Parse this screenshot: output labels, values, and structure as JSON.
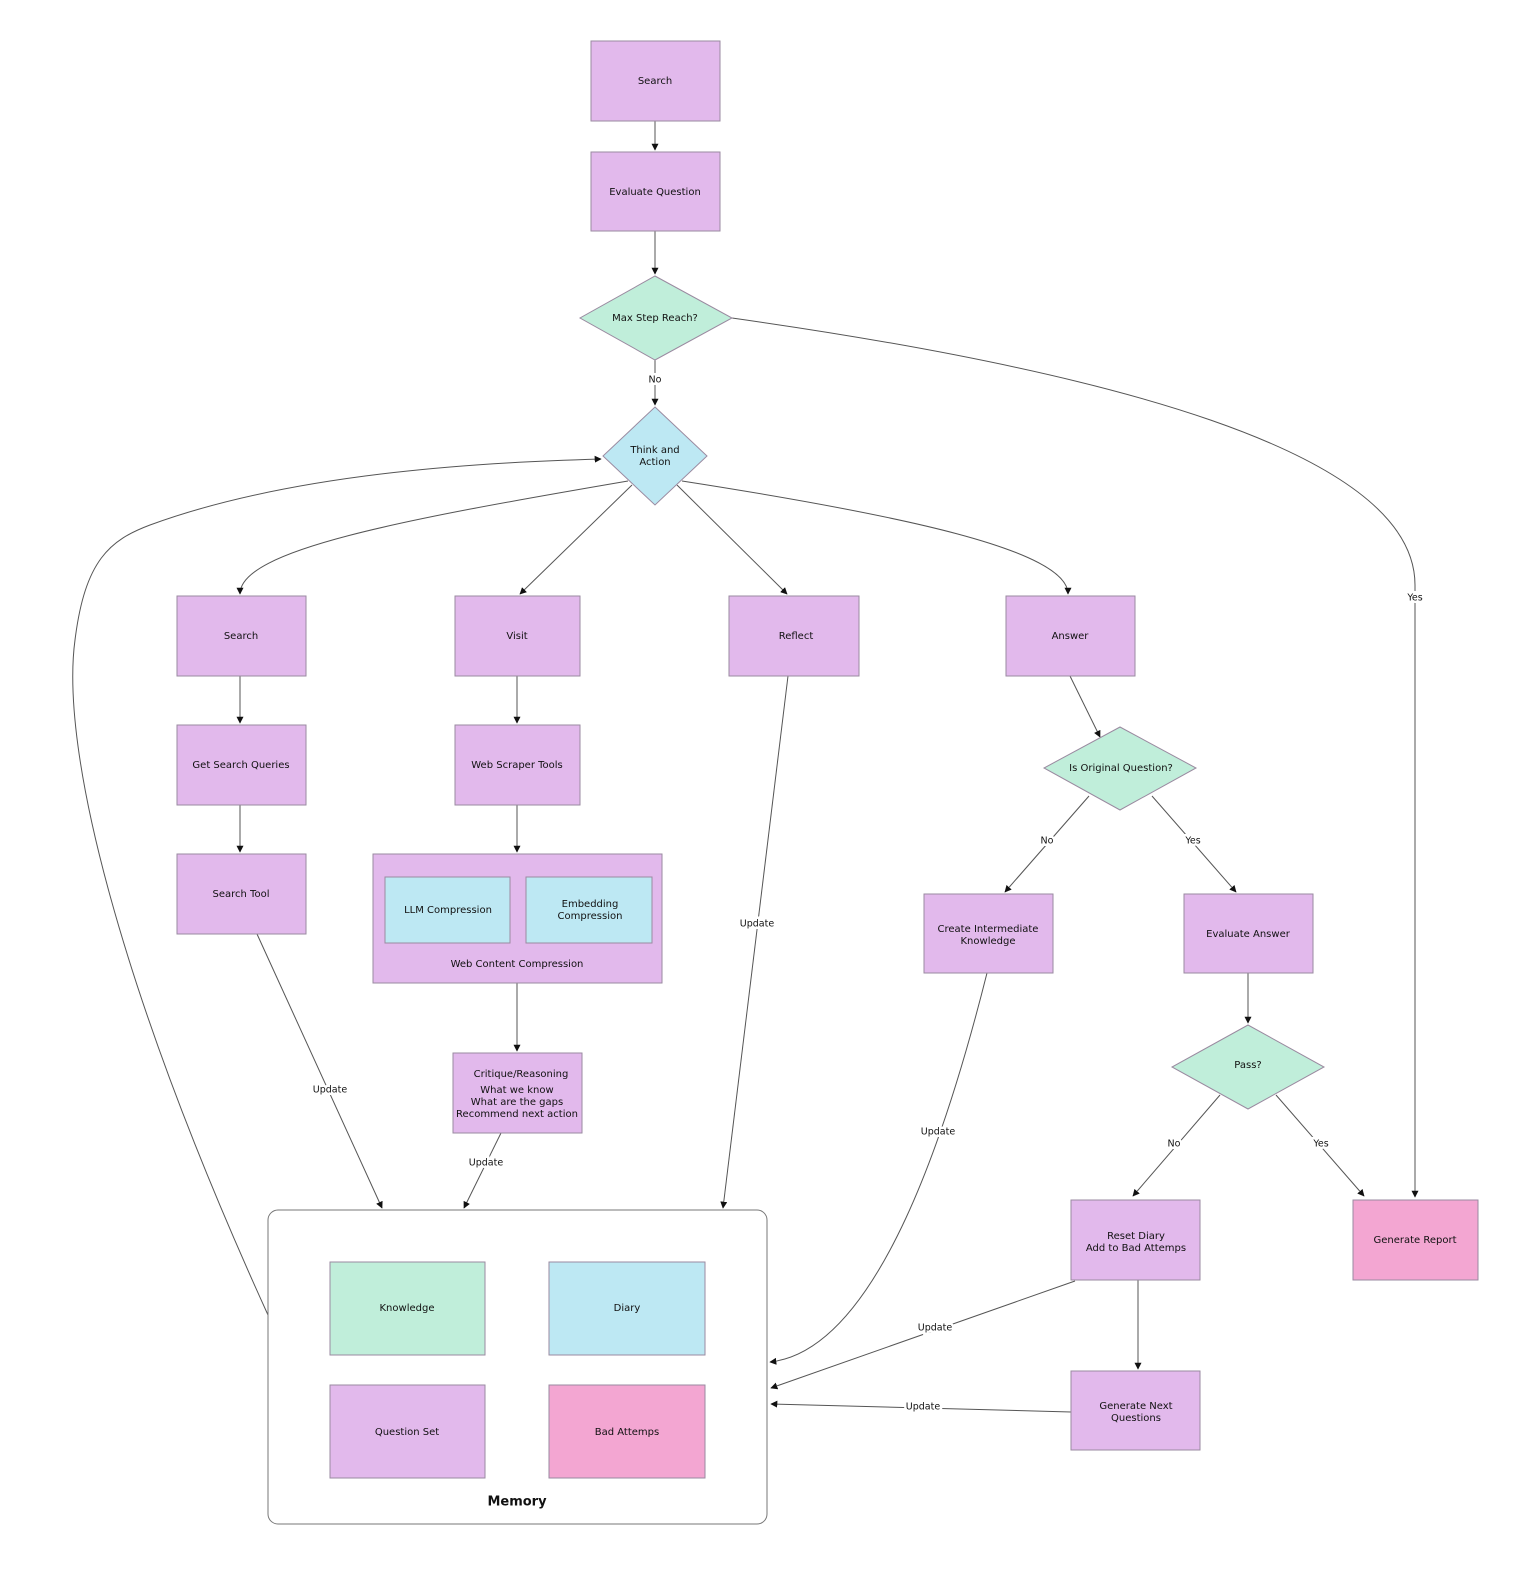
{
  "colors": {
    "process": "#e2b9ec",
    "decision": "#c0eeda",
    "action": "#bde8f3",
    "output": "#f3a6d2"
  },
  "nodes": {
    "search_top": "Search",
    "evaluate_question": "Evaluate Question",
    "max_step": "Max Step Reach?",
    "think_action": [
      "Think and",
      "Action"
    ],
    "search": "Search",
    "visit": "Visit",
    "reflect": "Reflect",
    "answer": "Answer",
    "get_search_queries": "Get Search Queries",
    "web_scraper_tools": "Web Scraper Tools",
    "search_tool": "Search Tool",
    "web_content_compression": "Web Content Compression",
    "llm_compression": "LLM Compression",
    "embedding_compression": [
      "Embedding",
      "Compression"
    ],
    "critique": [
      "Critique/Reasoning",
      "What we know",
      "What are the gaps",
      "Recommend next action"
    ],
    "is_original_question": "Is Original Question?",
    "create_intermediate_knowledge": [
      "Create Intermediate",
      "Knowledge"
    ],
    "evaluate_answer": "Evaluate Answer",
    "pass": "Pass?",
    "reset_diary": [
      "Reset Diary",
      "Add to Bad Attemps"
    ],
    "generate_report": "Generate Report",
    "generate_next_questions": [
      "Generate Next",
      "Questions"
    ]
  },
  "memory": {
    "title": "Memory",
    "knowledge": "Knowledge",
    "diary": "Diary",
    "question_set": "Question Set",
    "bad_attemps": "Bad Attemps"
  },
  "edge_labels": {
    "max_no": "No",
    "max_yes": "Yes",
    "search_tool_update": "Update",
    "critique_update": "Update",
    "reflect_update": "Update",
    "ioq_no": "No",
    "ioq_yes": "Yes",
    "cik_update": "Update",
    "pass_no": "No",
    "pass_yes": "Yes",
    "reset_update": "Update",
    "gnq_update": "Update"
  }
}
